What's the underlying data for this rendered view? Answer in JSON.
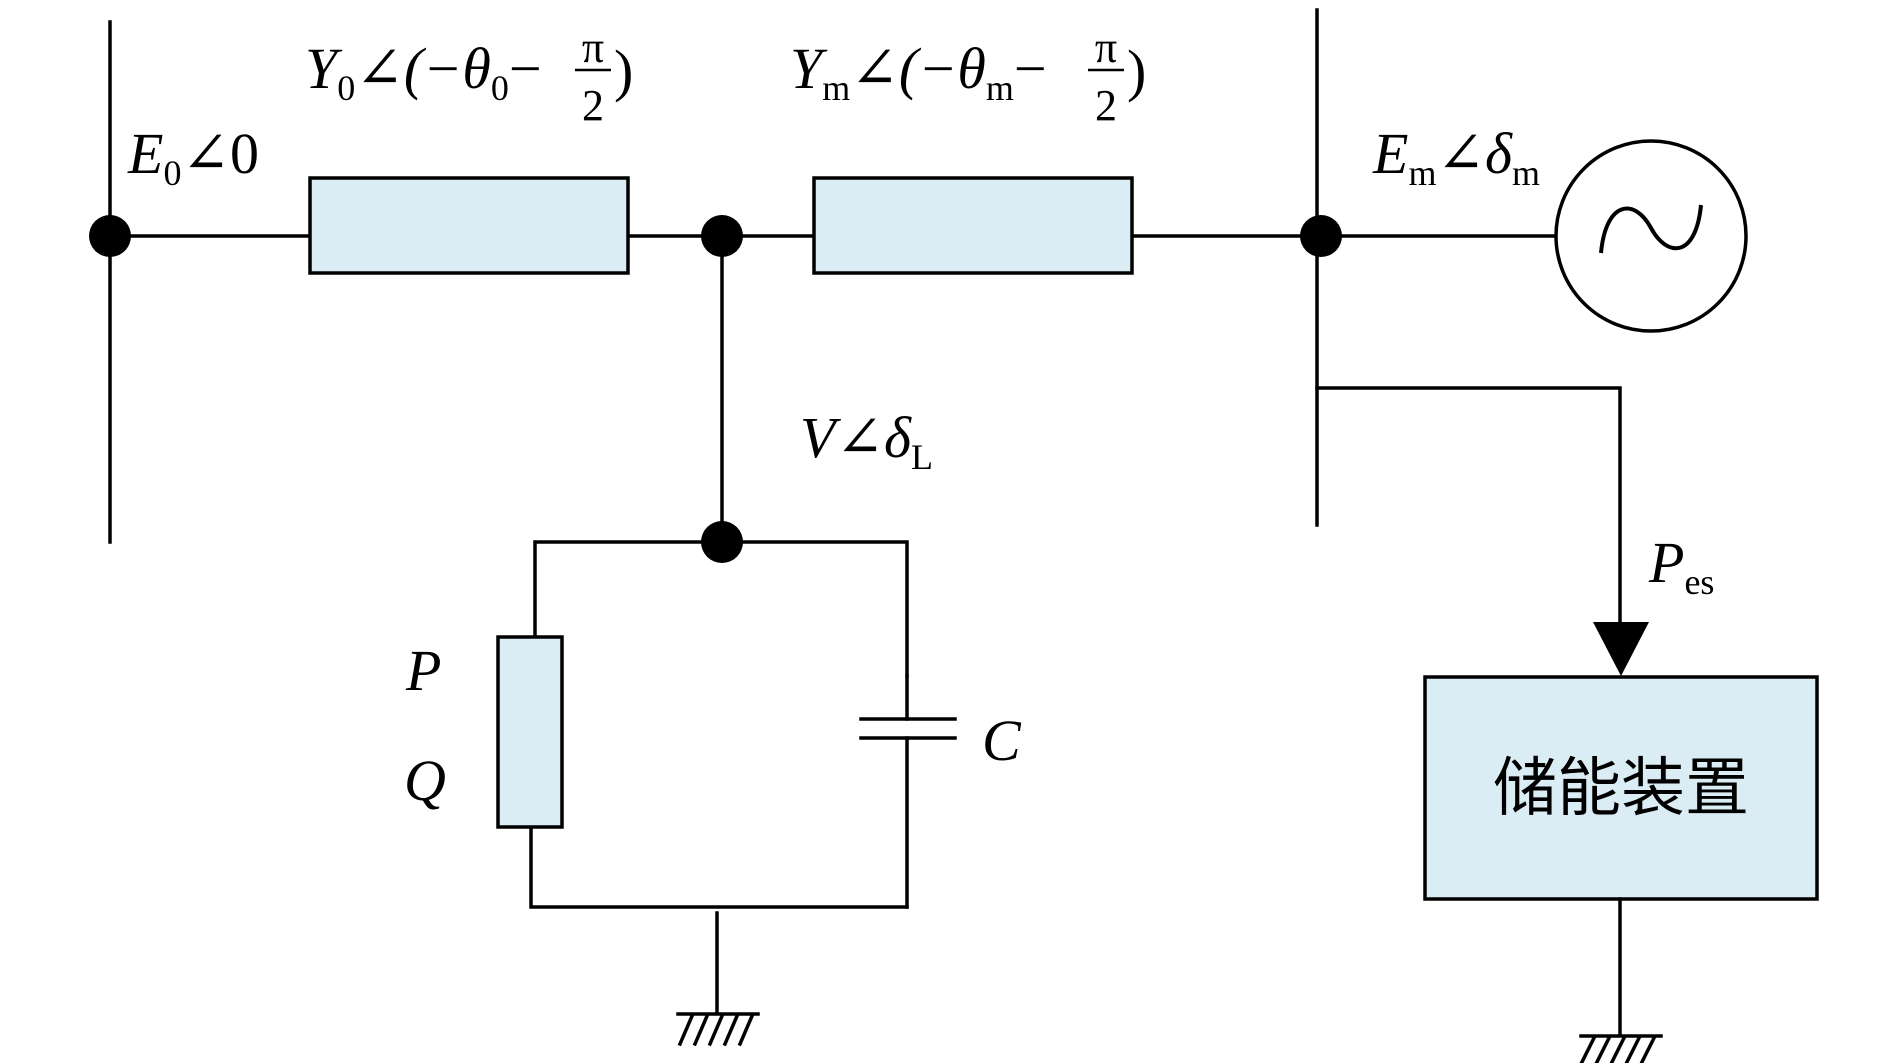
{
  "labels": {
    "e0": {
      "main": "E",
      "sub": "0",
      "rest": "∠0"
    },
    "y0": {
      "main": "Y",
      "sub": "0",
      "mid": "∠(−θ",
      "sub2": "0",
      "minus": "−",
      "num": "π",
      "den": "2",
      "close": ")"
    },
    "ym": {
      "main": "Y",
      "sub": "m",
      "mid": "∠(−θ",
      "sub2": "m",
      "minus": "−",
      "num": "π",
      "den": "2",
      "close": ")"
    },
    "em": {
      "main": "E",
      "sub": "m",
      "mid": "∠δ",
      "sub2": "m"
    },
    "v": {
      "main": "V",
      "mid": "∠δ",
      "sub": "L"
    },
    "p": "P",
    "q": "Q",
    "c": "C",
    "pes": {
      "main": "P",
      "sub": "es"
    },
    "storage": "储能装置"
  },
  "colors": {
    "box_fill": "#dbedf4",
    "line": "#000000"
  }
}
